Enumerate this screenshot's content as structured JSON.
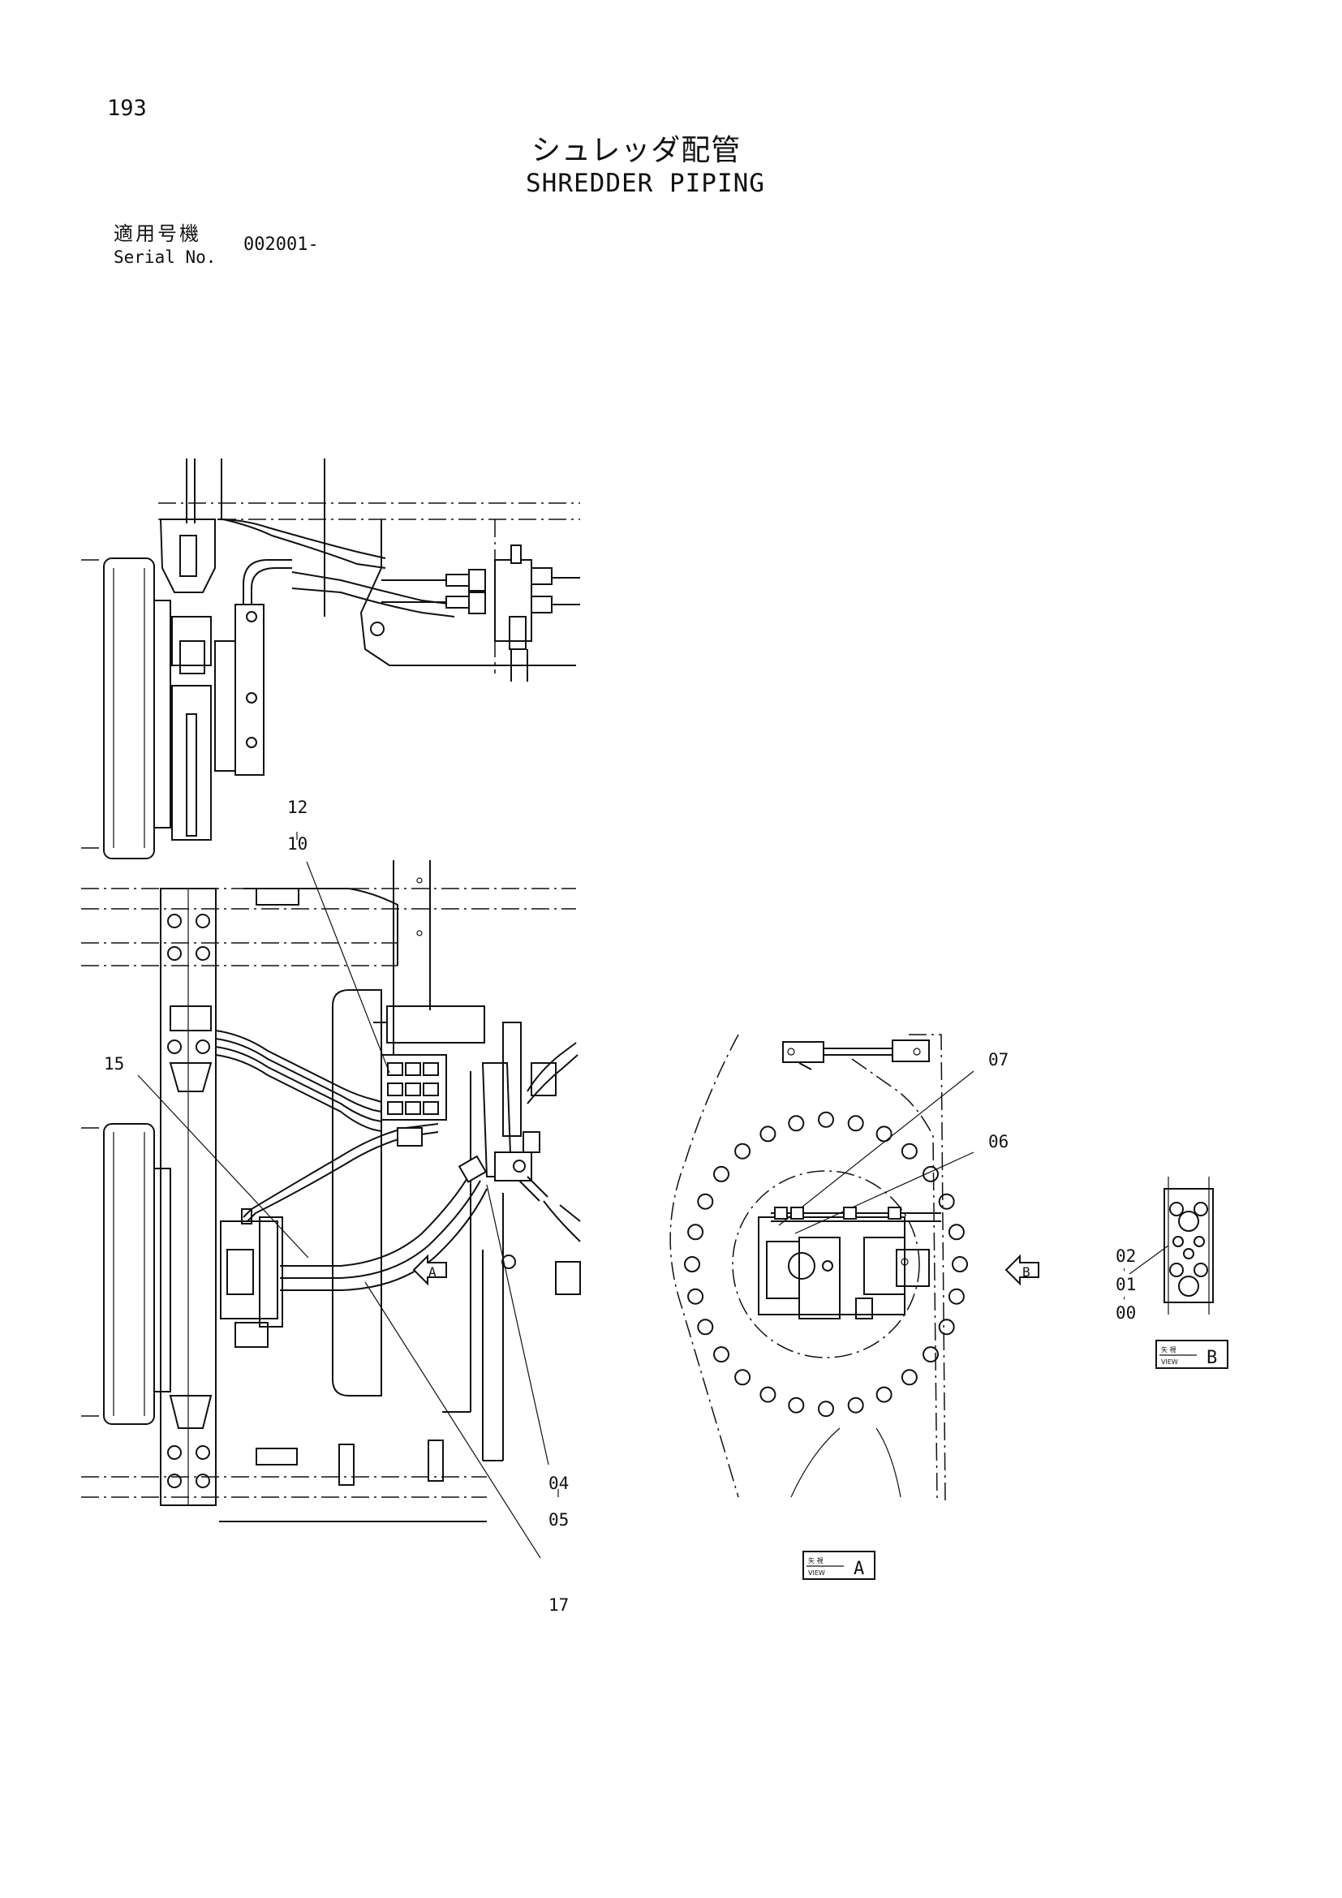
{
  "page_number": "193",
  "title_jp": "シュレッダ配管",
  "title_en": "SHREDDER PIPING",
  "serial": {
    "label_jp": "適用号機",
    "label_en": "Serial No.",
    "value": "002001-"
  },
  "callouts": {
    "c12": "12",
    "c10": "10",
    "c15": "15",
    "c07": "07",
    "c06": "06",
    "c04": "04",
    "c05": "05",
    "c17": "17",
    "c02": "02",
    "c01": "01",
    "c00": "00"
  },
  "views": {
    "a_letter": "A",
    "b_letter": "B",
    "a_tag": "A",
    "b_tag": "B",
    "tag_top": "矢 視",
    "tag_bottom": "VIEW"
  }
}
